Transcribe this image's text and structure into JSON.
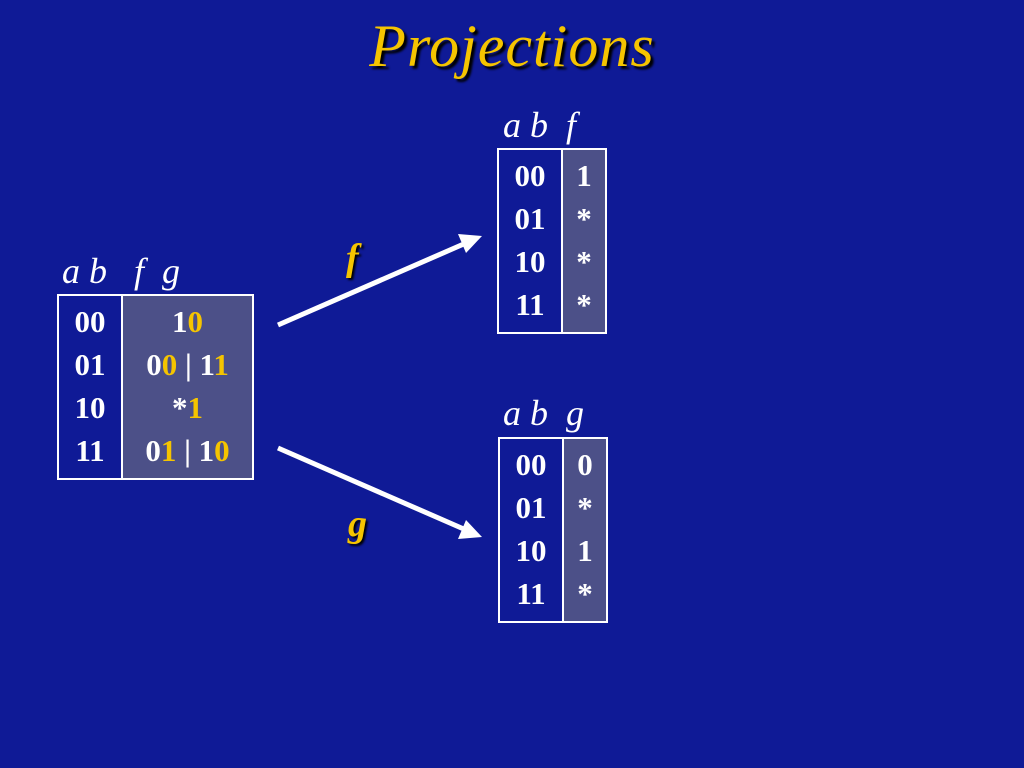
{
  "title": "Projections",
  "source": {
    "header": "a b   f  g",
    "rows": [
      "00",
      "01",
      "10",
      "11"
    ],
    "values": [
      [
        [
          "1",
          false
        ],
        [
          "0",
          true
        ]
      ],
      [
        [
          "0",
          false
        ],
        [
          "0",
          true
        ],
        [
          " | ",
          false
        ],
        [
          "1",
          false
        ],
        [
          "1",
          true
        ]
      ],
      [
        [
          "*",
          false
        ],
        [
          "1",
          true
        ]
      ],
      [
        [
          "0",
          false
        ],
        [
          "1",
          true
        ],
        [
          " | ",
          false
        ],
        [
          "1",
          false
        ],
        [
          "0",
          true
        ]
      ]
    ]
  },
  "proj_f": {
    "header": "a b  f",
    "rows": [
      "00",
      "01",
      "10",
      "11"
    ],
    "values": [
      "1",
      "*",
      "*",
      "*"
    ]
  },
  "proj_g": {
    "header": "a b  g",
    "rows": [
      "00",
      "01",
      "10",
      "11"
    ],
    "values": [
      "0",
      "*",
      "1",
      "*"
    ]
  },
  "arrows": {
    "f_label": "f",
    "g_label": "g"
  },
  "colors": {
    "background": "#0f1a96",
    "accent": "#f5c400",
    "cell_fill": "#4c5088",
    "text": "#ffffff"
  }
}
